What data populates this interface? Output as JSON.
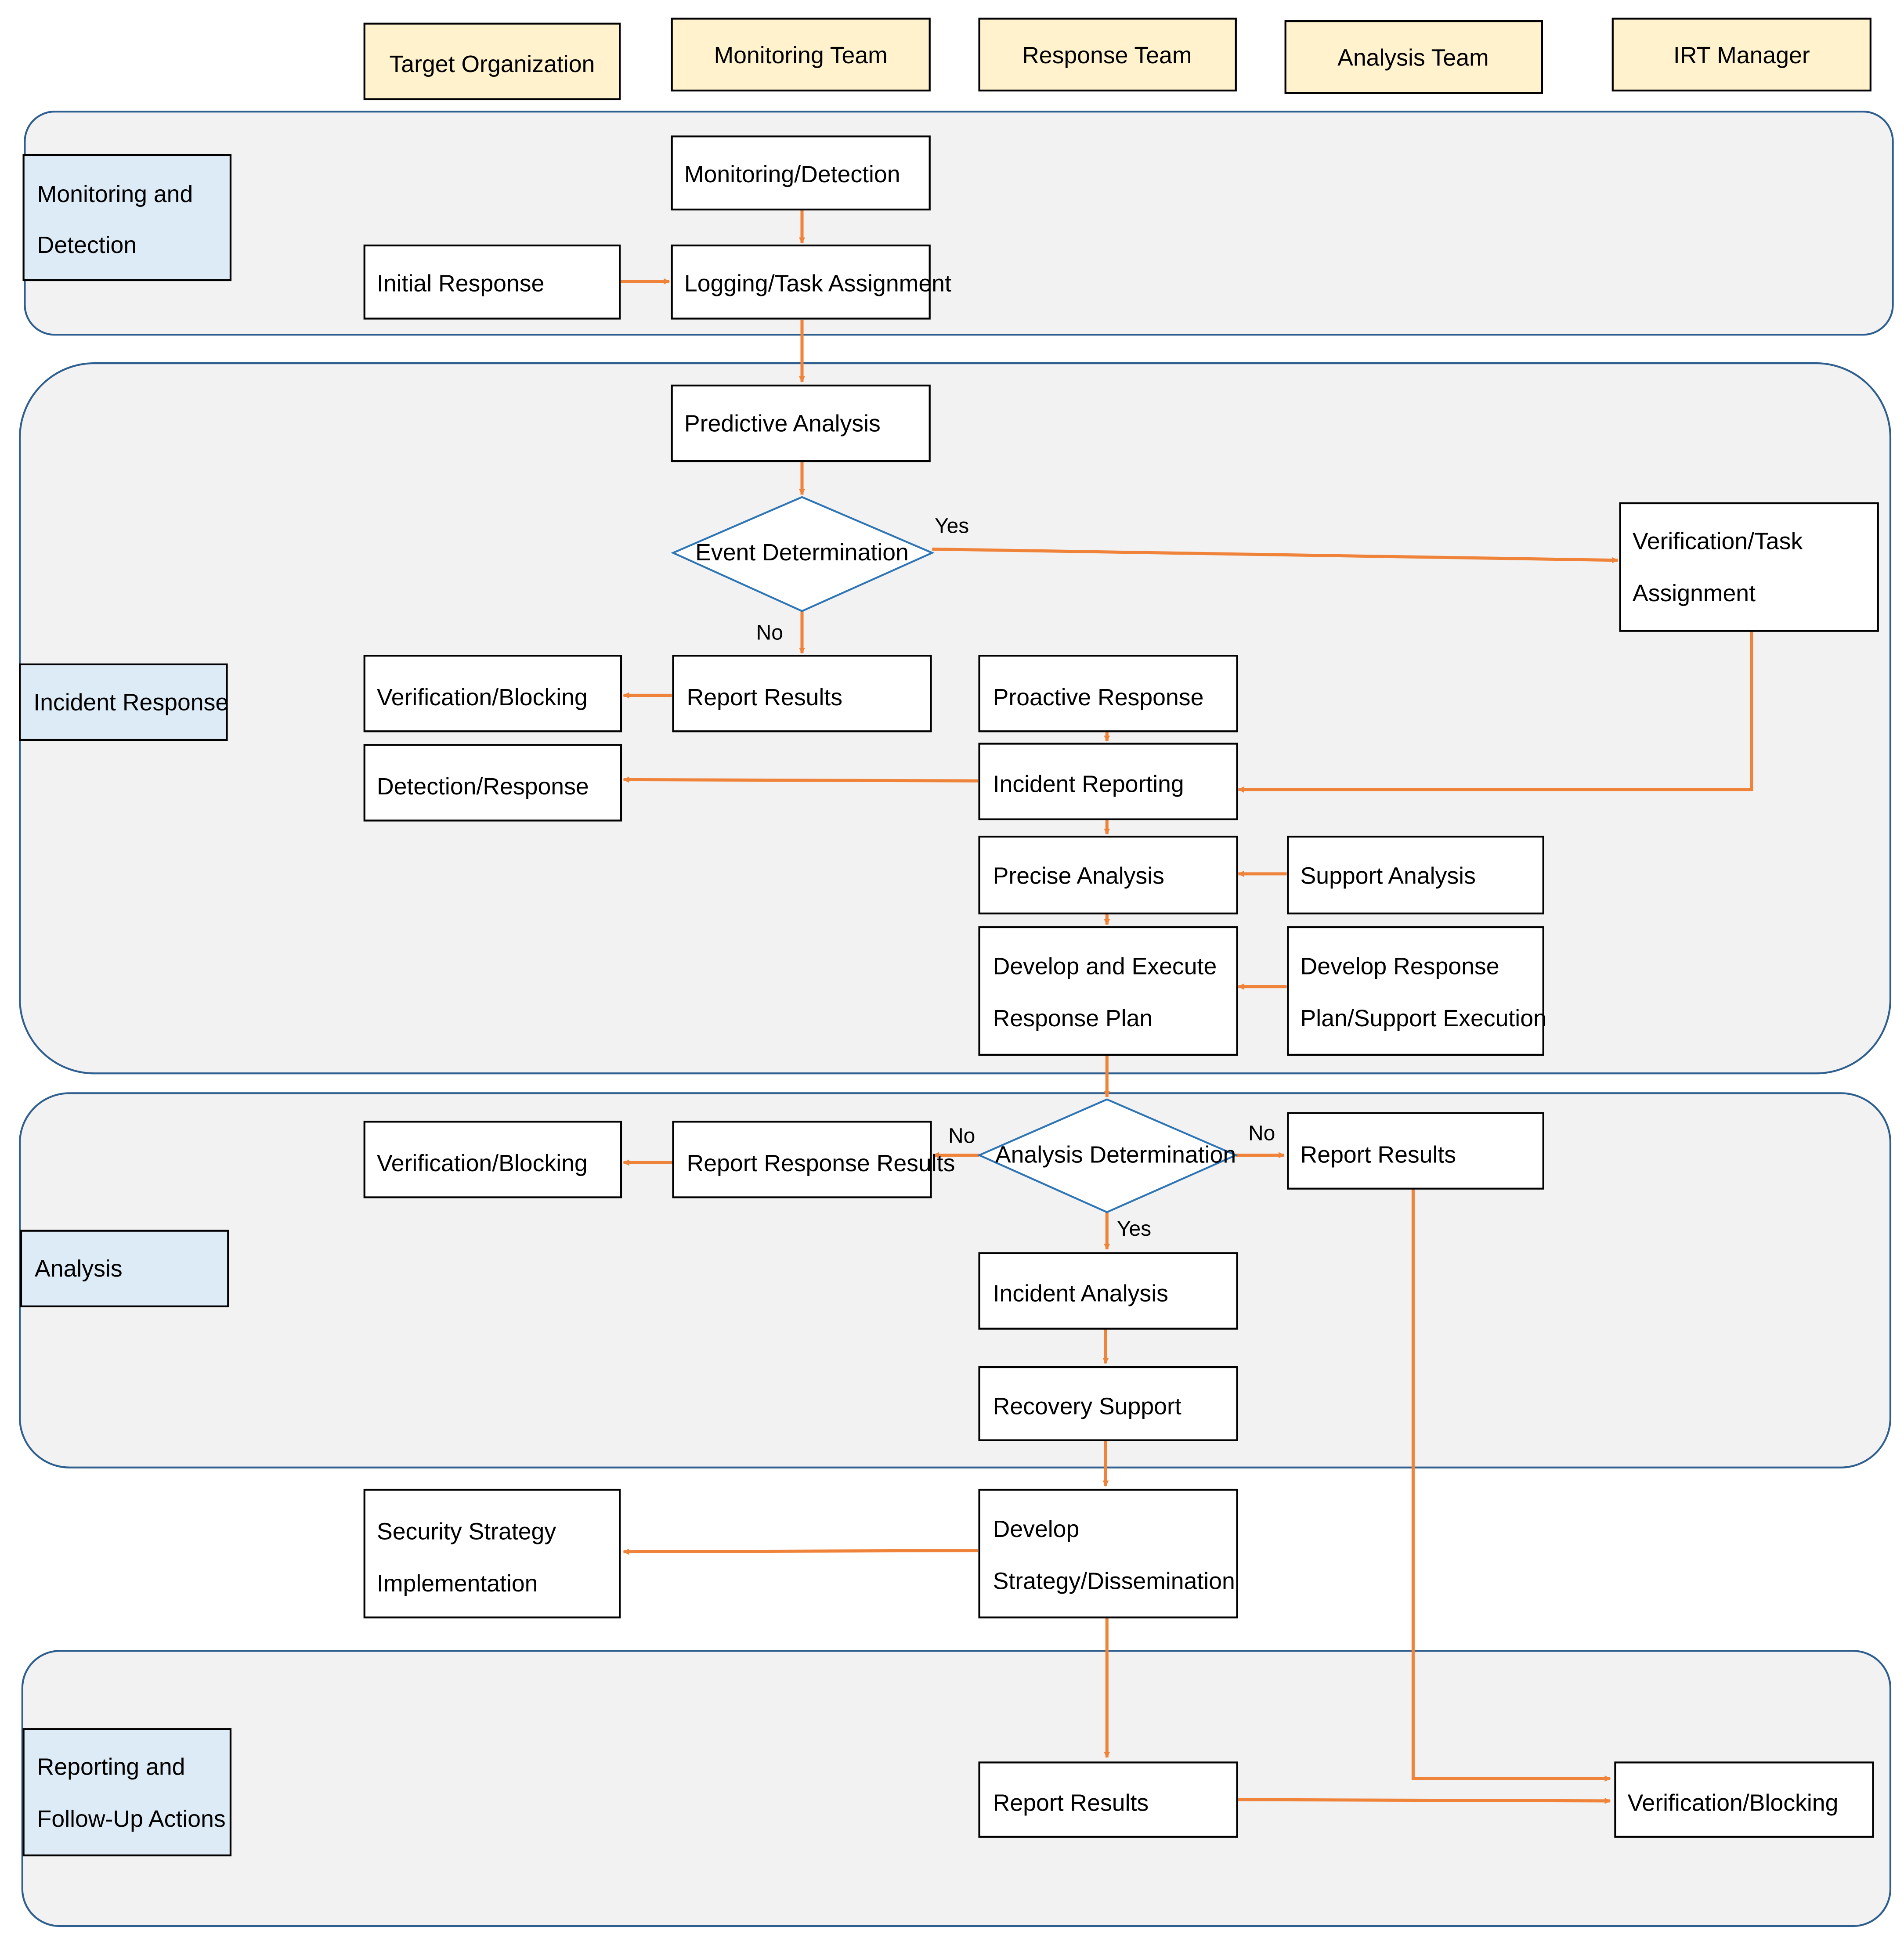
{
  "colors": {
    "header_fill": "#fff2cc",
    "lane_label_fill": "#ddebf7",
    "phase_fill": "#f2f2f2",
    "phase_border": "#2f5f8f",
    "arrow": "#f0833a",
    "diamond_border": "#2e75b6",
    "box_border": "#000000",
    "box_fill": "#ffffff"
  },
  "headers": {
    "target_org": "Target Organization",
    "monitoring_team": "Monitoring Team",
    "response_team": "Response Team",
    "analysis_team": "Analysis Team",
    "irt_manager": "IRT Manager"
  },
  "phases": {
    "monitoring": [
      "Monitoring and",
      "Detection"
    ],
    "incident_response": [
      "Incident Response"
    ],
    "analysis": [
      "Analysis"
    ],
    "reporting": [
      "Reporting and",
      "Follow-Up Actions"
    ]
  },
  "nodes": {
    "monitoring_detection": [
      "Monitoring/Detection"
    ],
    "initial_response": [
      "Initial Response"
    ],
    "logging_task": [
      "Logging/Task Assignment"
    ],
    "predictive_analysis": [
      "Predictive Analysis"
    ],
    "event_determination": [
      "Event Determination"
    ],
    "verification_task": [
      "Verification/Task",
      "Assignment"
    ],
    "verification_blocking_1": [
      "Verification/Blocking"
    ],
    "report_results_1": [
      "Report Results"
    ],
    "proactive_response": [
      "Proactive Response"
    ],
    "detection_response": [
      "Detection/Response"
    ],
    "incident_reporting": [
      "Incident Reporting"
    ],
    "precise_analysis": [
      "Precise Analysis"
    ],
    "support_analysis": [
      "Support Analysis"
    ],
    "develop_execute": [
      "Develop and Execute",
      "Response Plan"
    ],
    "develop_response_plan": [
      "Develop Response",
      "Plan/Support Execution"
    ],
    "verification_blocking_2": [
      "Verification/Blocking"
    ],
    "report_response_results": [
      "Report Response Results"
    ],
    "analysis_determination": [
      "Analysis Determination"
    ],
    "report_results_2": [
      "Report Results"
    ],
    "incident_analysis": [
      "Incident Analysis"
    ],
    "recovery_support": [
      "Recovery Support"
    ],
    "security_strategy": [
      "Security Strategy",
      "Implementation"
    ],
    "develop_strategy": [
      "Develop",
      "Strategy/Dissemination"
    ],
    "report_results_3": [
      "Report Results"
    ],
    "verification_blocking_3": [
      "Verification/Blocking"
    ]
  },
  "edge_labels": {
    "event_yes": "Yes",
    "event_no": "No",
    "analysis_no_left": "No",
    "analysis_no_right": "No",
    "analysis_yes": "Yes"
  }
}
